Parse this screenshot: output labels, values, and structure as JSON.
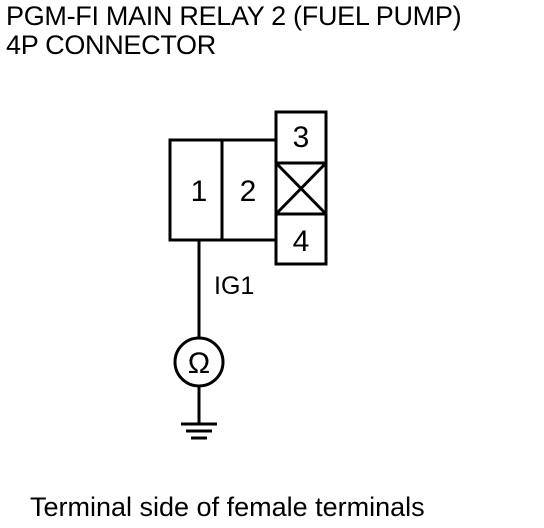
{
  "title": {
    "line1": "PGM-FI MAIN RELAY 2 (FUEL PUMP)",
    "line2": "4P CONNECTOR"
  },
  "connector": {
    "terminals": [
      {
        "label": "1",
        "wired": true
      },
      {
        "label": "2",
        "wired": false
      },
      {
        "label": "3",
        "wired": false
      },
      {
        "label": "4",
        "wired": false
      }
    ],
    "blocked_cavity": true
  },
  "wire": {
    "label": "IG1"
  },
  "meter": {
    "symbol": "Ω",
    "icon": "ohmmeter-icon"
  },
  "ground": {
    "icon": "ground-icon"
  },
  "caption": "Terminal side of female terminals",
  "colors": {
    "line": "#000000",
    "background": "#ffffff"
  }
}
